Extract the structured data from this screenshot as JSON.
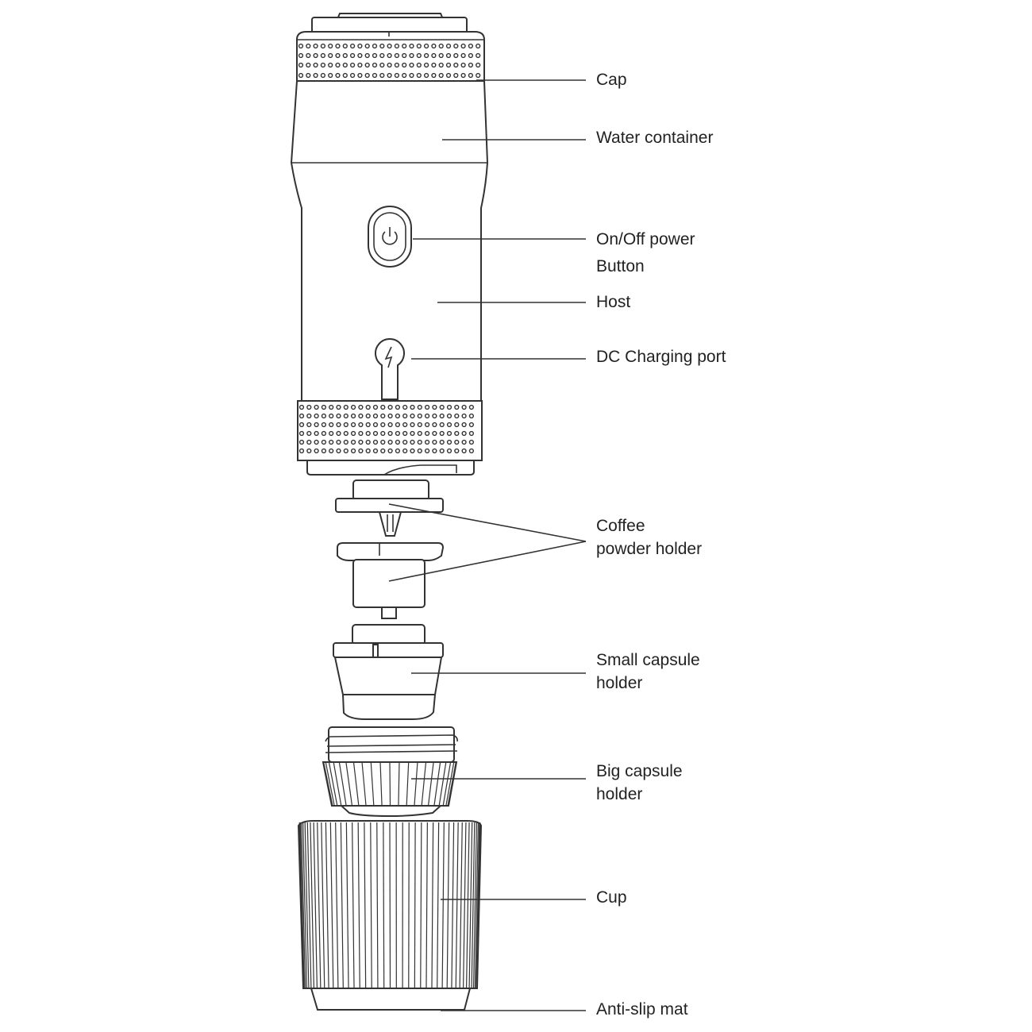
{
  "labels": {
    "cap": "Cap",
    "water_container": "Water container",
    "power_line1": "On/Off power",
    "power_line2": "Button",
    "host": "Host",
    "dc_port": "DC Charging port",
    "coffee_line1": "Coffee",
    "coffee_line2": "powder holder",
    "small_line1": "Small capsule",
    "small_line2": "holder",
    "big_line1": "Big capsule",
    "big_line2": "holder",
    "cup": "Cup",
    "anti_slip": "Anti-slip mat"
  },
  "colors": {
    "line": "#333333",
    "text": "#222222",
    "background": "#ffffff"
  }
}
